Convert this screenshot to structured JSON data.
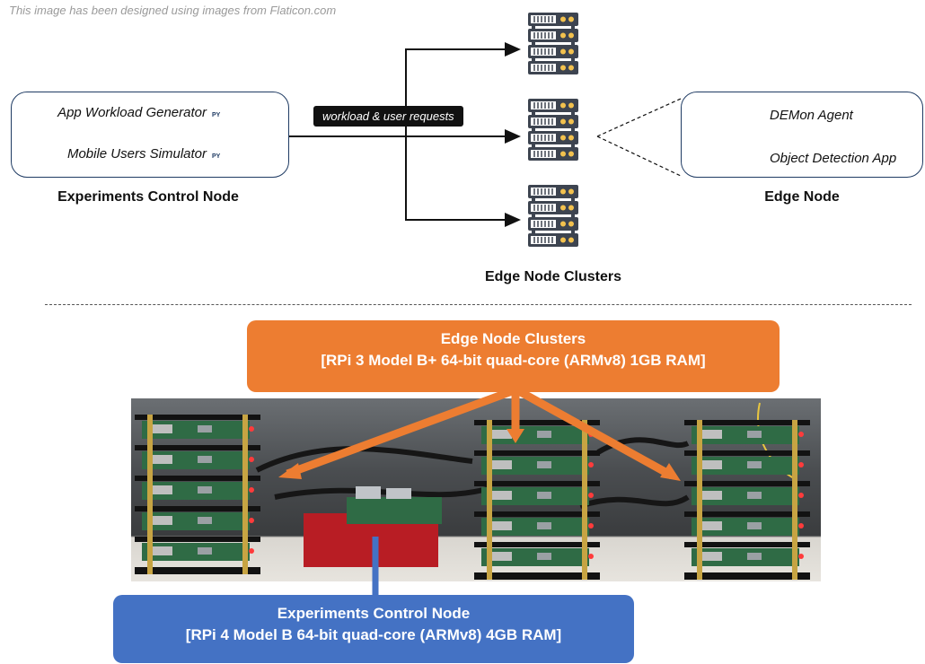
{
  "credit": "This image has been designed using images from Flaticon.com",
  "control_node": {
    "items": [
      "App Workload Generator",
      "Mobile Users Simulator"
    ],
    "file_badge": "PY",
    "caption": "Experiments Control Node"
  },
  "connector_label": "workload & user requests",
  "clusters_caption": "Edge Node Clusters",
  "edge_node": {
    "items": [
      "DEMon Agent",
      "Object Detection App"
    ],
    "caption": "Edge Node"
  },
  "banner_top": {
    "line1": "Edge Node Clusters",
    "line2": "[RPi 3 Model B+ 64-bit quad-core (ARMv8) 1GB RAM]"
  },
  "banner_bottom": {
    "line1": "Experiments Control Node",
    "line2": "[RPi 4 Model B 64-bit quad-core (ARMv8) 4GB RAM]"
  },
  "colors": {
    "orange": "#ed7d31",
    "blue": "#4472c4",
    "server_teal": "#3d8a8a",
    "docker_blue": "#1d63b8"
  },
  "icons": [
    "python-file-icon",
    "circuit-board-icon",
    "server-rack-icon",
    "docker-whale-icon"
  ]
}
